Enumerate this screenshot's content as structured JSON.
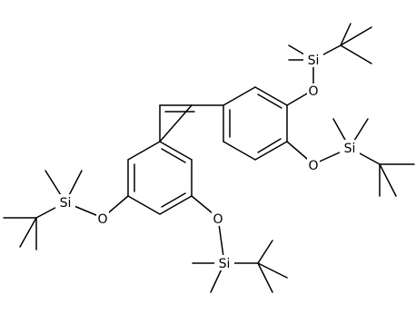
{
  "molecule": {
    "atom_labels": {
      "si_top_right": "Si",
      "o_top_right": "O",
      "o_mid_right": "O",
      "si_mid_right": "Si",
      "si_left": "Si",
      "o_left": "O",
      "o_bottom": "O",
      "si_bottom": "Si"
    },
    "colors": {
      "bond": "#000000",
      "label": "#000000",
      "background": "#ffffff"
    }
  }
}
